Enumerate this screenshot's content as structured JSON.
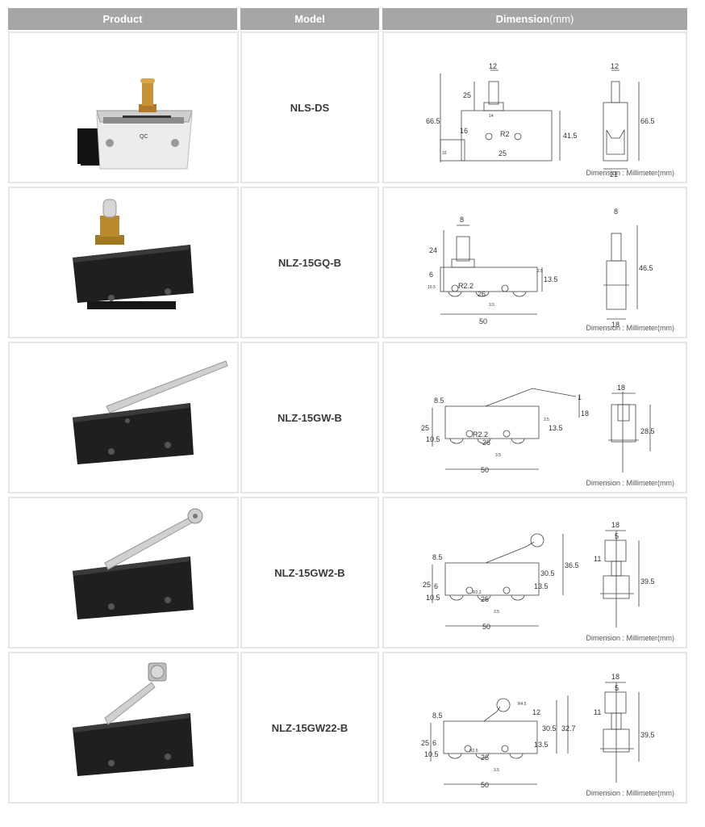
{
  "header": {
    "product": "Product",
    "model": "Model",
    "dimension": "Dimension",
    "dimension_unit": "(mm)"
  },
  "dimension_caption": "Dimension : Millimeter(mm)",
  "rows": [
    {
      "model": "NLS-DS",
      "product_label": "QC",
      "dims": {
        "d12a": "12",
        "d25a": "25",
        "d14": "14",
        "d665a": "66.5",
        "d16": "16",
        "dR2": "R2",
        "d415": "41.5",
        "d25b": "25",
        "d10": "10",
        "d12b": "12",
        "d665b": "66.5",
        "d21": "21"
      }
    },
    {
      "model": "NLZ-15GQ-B",
      "dims": {
        "d8a": "8",
        "d24": "24",
        "d6": "6",
        "d105": "10.5",
        "dR22": "R2.2",
        "d26": "26",
        "d35": "3.5",
        "d25": "2.5",
        "d135": "13.5",
        "d50": "50",
        "d8b": "8",
        "d465": "46.5",
        "d18": "18"
      }
    },
    {
      "model": "NLZ-15GW-B",
      "dims": {
        "d85": "8.5",
        "d1": "1",
        "d18a": "18",
        "d25h": "25",
        "d105": "10.5",
        "dR22": "R2.2",
        "d26": "26",
        "d35": "3.5",
        "d25s": "2.5",
        "d135": "13.5",
        "d50": "50",
        "d18b": "18",
        "d285": "28.5"
      }
    },
    {
      "model": "NLZ-15GW2-B",
      "dims": {
        "d85": "8.5",
        "d365": "36.5",
        "d305": "30.5",
        "d25": "25",
        "d6": "6",
        "d105": "10.5",
        "dR22": "R2.2",
        "d26": "26",
        "d35": "3.5",
        "d135": "13.5",
        "d50": "50",
        "d18": "18",
        "d5": "5",
        "d11": "11",
        "d395": "39.5"
      }
    },
    {
      "model": "NLZ-15GW22-B",
      "dims": {
        "d85": "8.5",
        "dR45": "R4.5",
        "d12": "12",
        "d305": "30.5",
        "d327": "32.7",
        "d25": "25",
        "d6": "6",
        "d105": "10.5",
        "dR25": "R2.5",
        "d26": "26",
        "d35": "3.5",
        "d135": "13.5",
        "d50": "50",
        "d18": "18",
        "d5": "5",
        "d11": "11",
        "d395": "39.5"
      }
    }
  ]
}
